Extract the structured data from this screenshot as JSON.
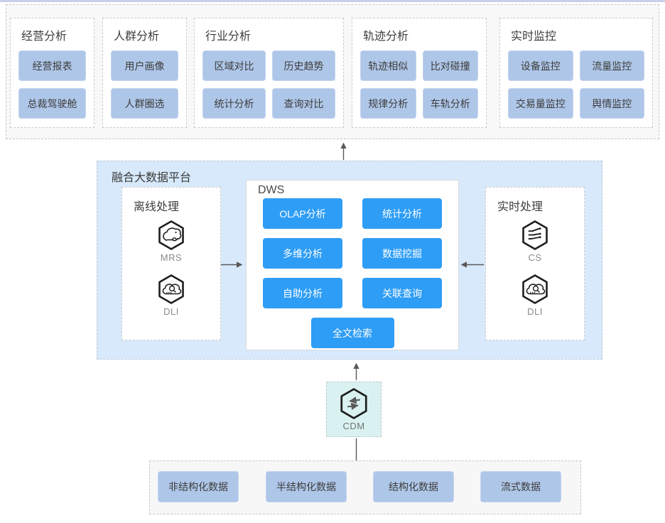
{
  "colors": {
    "accent_blue": "#2e9df5",
    "soft_button_blue": "#aec6e8",
    "platform_bg": "#d7e9fb",
    "cdm_bg": "#d9f1f1",
    "top_edge_bar": "#c9cfe9",
    "connector_gray": "#595959"
  },
  "analytics_groups": [
    {
      "title": "经营分析",
      "items": [
        "经营报表",
        "总裁驾驶舱"
      ]
    },
    {
      "title": "人群分析",
      "items": [
        "用户画像",
        "人群圈选"
      ]
    },
    {
      "title": "行业分析",
      "items": [
        "区域对比",
        "历史趋势",
        "统计分析",
        "查询对比"
      ]
    },
    {
      "title": "轨迹分析",
      "items": [
        "轨迹相似",
        "比对碰撞",
        "规律分析",
        "车轨分析"
      ]
    },
    {
      "title": "实时监控",
      "items": [
        "设备监控",
        "流量监控",
        "交易量监控",
        "舆情监控"
      ]
    }
  ],
  "platform": {
    "title": "融合大数据平台",
    "offline": {
      "title": "离线处理",
      "services": [
        {
          "name": "MRS",
          "icon": "elephant-hexagon-icon"
        },
        {
          "name": "DLI",
          "icon": "cloud-search-hexagon-icon"
        }
      ]
    },
    "dws": {
      "title": "DWS",
      "capabilities": [
        "OLAP分析",
        "统计分析",
        "多维分析",
        "数据挖掘",
        "自助分析",
        "关联查询",
        "全文检索"
      ]
    },
    "realtime": {
      "title": "实时处理",
      "services": [
        {
          "name": "CS",
          "icon": "stream-hexagon-icon"
        },
        {
          "name": "DLI",
          "icon": "cloud-search-hexagon-icon"
        }
      ]
    }
  },
  "cdm": {
    "label": "CDM",
    "icon": "transfer-arrows-hexagon-icon"
  },
  "data_sources": [
    "非结构化数据",
    "半结构化数据",
    "结构化数据",
    "流式数据"
  ]
}
